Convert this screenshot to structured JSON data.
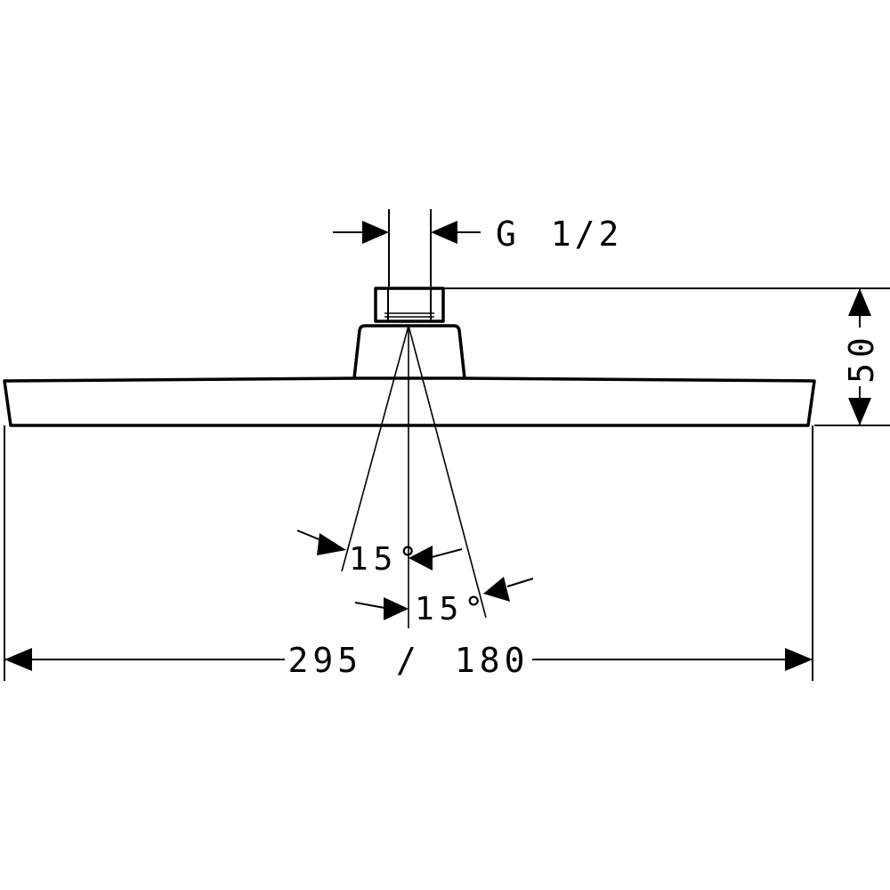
{
  "dimensions": {
    "thread": "G 1/2",
    "height": "50",
    "width": "295 / 180",
    "spray_angle_left": "15°",
    "spray_angle_right": "15°"
  },
  "colors": {
    "line": "#000000",
    "background": "#ffffff"
  }
}
